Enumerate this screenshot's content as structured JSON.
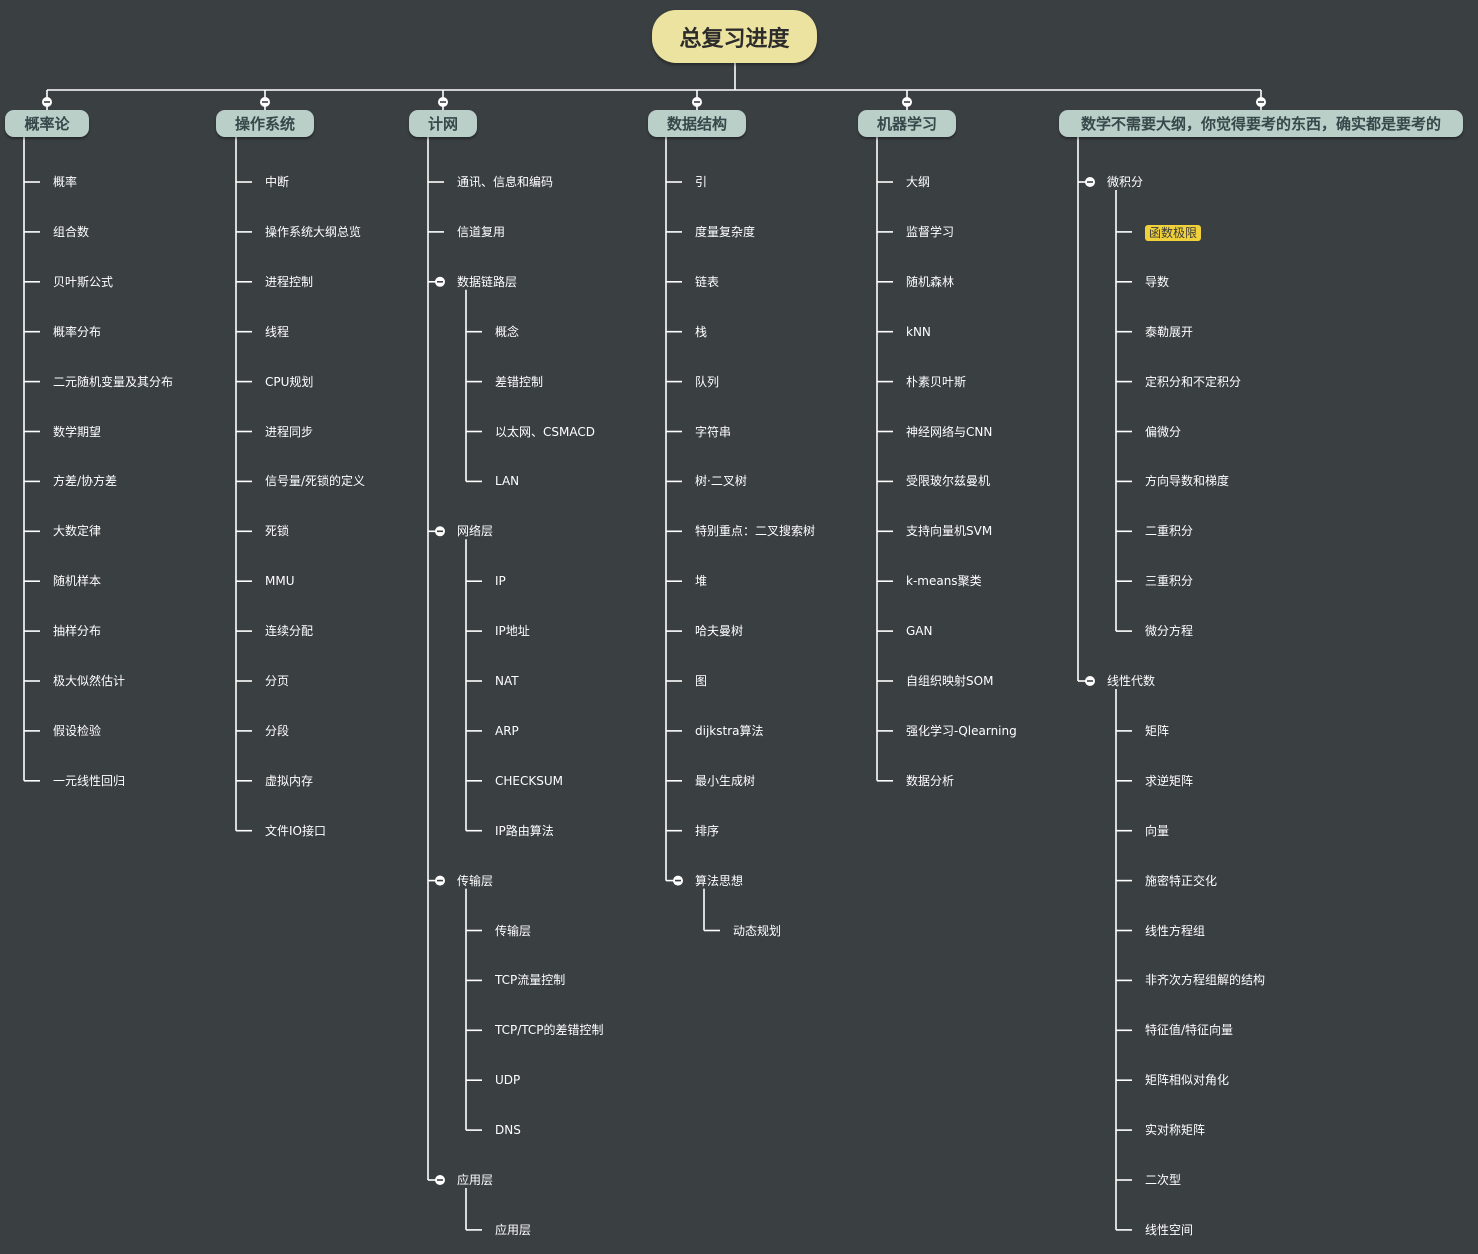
{
  "title": "总复习进度",
  "branches": [
    {
      "label": "概率论",
      "items": [
        "概率",
        "组合数",
        "贝叶斯公式",
        "概率分布",
        "二元随机变量及其分布",
        "数学期望",
        "方差/协方差",
        "大数定律",
        "随机样本",
        "抽样分布",
        "极大似然估计",
        "假设检验",
        "一元线性回归"
      ]
    },
    {
      "label": "操作系统",
      "items": [
        "中断",
        "操作系统大纲总览",
        "进程控制",
        "线程",
        "CPU规划",
        "进程同步",
        "信号量/死锁的定义",
        "死锁",
        "MMU",
        "连续分配",
        "分页",
        "分段",
        "虚拟内存",
        "文件IO接口"
      ]
    },
    {
      "label": "计网",
      "items": [
        "通讯、信息和编码",
        "信道复用"
      ],
      "groups": [
        {
          "label": "数据链路层",
          "items": [
            "概念",
            "差错控制",
            "以太网、CSMACD",
            "LAN"
          ]
        },
        {
          "label": "网络层",
          "items": [
            "IP",
            "IP地址",
            "NAT",
            "ARP",
            "CHECKSUM",
            "IP路由算法"
          ]
        },
        {
          "label": "传输层",
          "items": [
            "传输层",
            "TCP流量控制",
            "TCP/TCP的差错控制",
            "UDP",
            "DNS"
          ]
        },
        {
          "label": "应用层",
          "items": [
            "应用层"
          ]
        }
      ]
    },
    {
      "label": "数据结构",
      "items": [
        "引",
        "度量复杂度",
        "链表",
        "栈",
        "队列",
        "字符串",
        "树·二叉树",
        "特别重点：二叉搜索树",
        "堆",
        "哈夫曼树",
        "图",
        "dijkstra算法",
        "最小生成树",
        "排序"
      ],
      "groups": [
        {
          "label": "算法思想",
          "items": [
            "动态规划"
          ]
        }
      ]
    },
    {
      "label": "机器学习",
      "items": [
        "大纲",
        "监督学习",
        "随机森林",
        "kNN",
        "朴素贝叶斯",
        "神经网络与CNN",
        "受限玻尔兹曼机",
        "支持向量机SVM",
        "k-means聚类",
        "GAN",
        "自组织映射SOM",
        "强化学习-Qlearning",
        "数据分析"
      ]
    },
    {
      "label": "数学不需要大纲，你觉得要考的东西，确实都是要考的",
      "groups": [
        {
          "label": "微积分",
          "items": [
            "函数极限",
            "导数",
            "泰勒展开",
            "定积分和不定积分",
            "偏微分",
            "方向导数和梯度",
            "二重积分",
            "三重积分",
            "微分方程"
          ]
        },
        {
          "label": "线性代数",
          "items": [
            "矩阵",
            "求逆矩阵",
            "向量",
            "施密特正交化",
            "线性方程组",
            "非齐次方程组解的结构",
            "特征值/特征向量",
            "矩阵相似对角化",
            "实对称矩阵",
            "二次型",
            "线性空间"
          ]
        }
      ]
    }
  ],
  "colors": {
    "background": "#3a3f42",
    "root": "#ece3a0",
    "branch": "#b9cfc8",
    "highlight": "#f1d13a",
    "line": "#ffffff"
  },
  "icons": {
    "collapse": "minus-circle-icon"
  }
}
